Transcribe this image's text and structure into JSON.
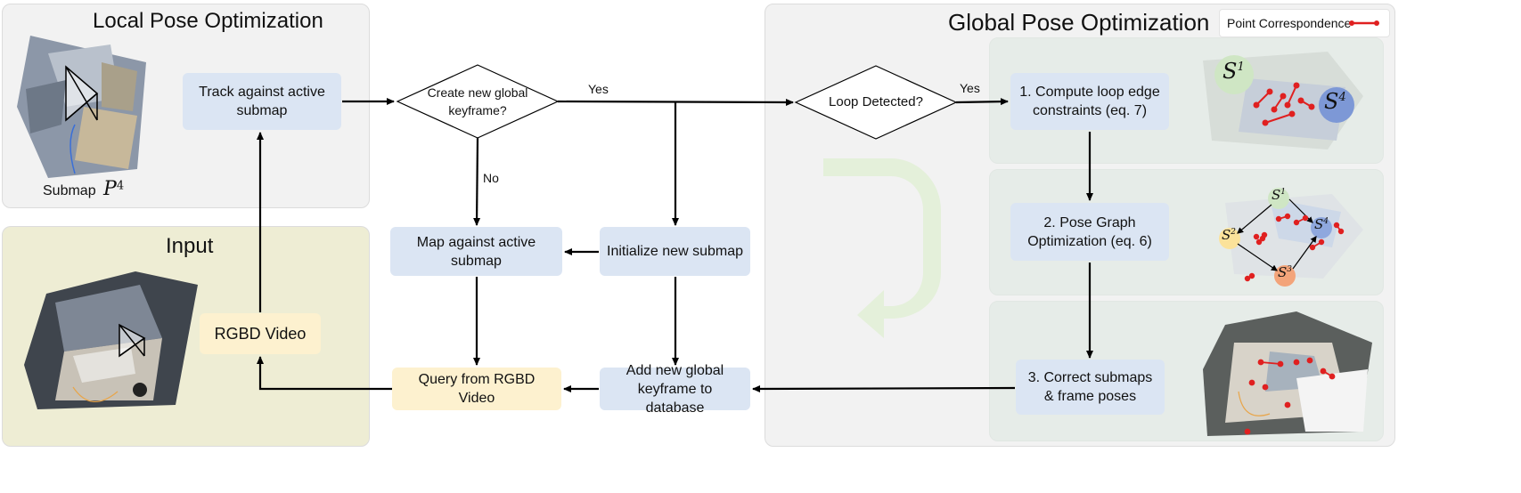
{
  "panels": {
    "local_title": "Local Pose Optimization",
    "input_title": "Input",
    "global_title": "Global Pose Optimization"
  },
  "local": {
    "submap_label": "Submap",
    "submap_symbol": "P",
    "submap_sup": "4",
    "track_box": "Track against active submap"
  },
  "input": {
    "rgbd_box": "RGBD Video"
  },
  "center": {
    "create_kf_decision": "Create new global keyframe?",
    "yes_label": "Yes",
    "no_label": "No",
    "map_box": "Map against active submap",
    "init_box": "Initialize new submap",
    "query_box": "Query from RGBD Video",
    "add_kf_box": "Add new global keyframe to database"
  },
  "global": {
    "loop_decision": "Loop Detected?",
    "yes_label": "Yes",
    "step1": "1. Compute loop edge constraints (eq. 7)",
    "step2": "2. Pose Graph Optimization (eq. 6)",
    "step3": "3. Correct submaps & frame poses",
    "legend_label": "Point Correspondence",
    "legend_color": "#e02020"
  },
  "symbols": {
    "s1": "S",
    "s1_sup": "1",
    "s2": "S",
    "s2_sup": "2",
    "s3": "S",
    "s3_sup": "3",
    "s4": "S",
    "s4_sup": "4"
  }
}
